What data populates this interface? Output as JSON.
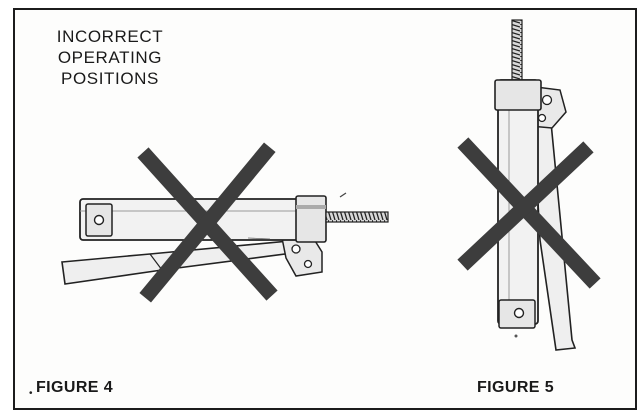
{
  "heading": {
    "lines": [
      "INCORRECT",
      "OPERATING",
      "POSITIONS"
    ]
  },
  "captions": {
    "figure_4": "FIGURE 4",
    "figure_5": "FIGURE 5"
  },
  "colors": {
    "ink": "#1a1a1a",
    "paper": "#fdfdfc",
    "cross": "#3d3d3d"
  }
}
